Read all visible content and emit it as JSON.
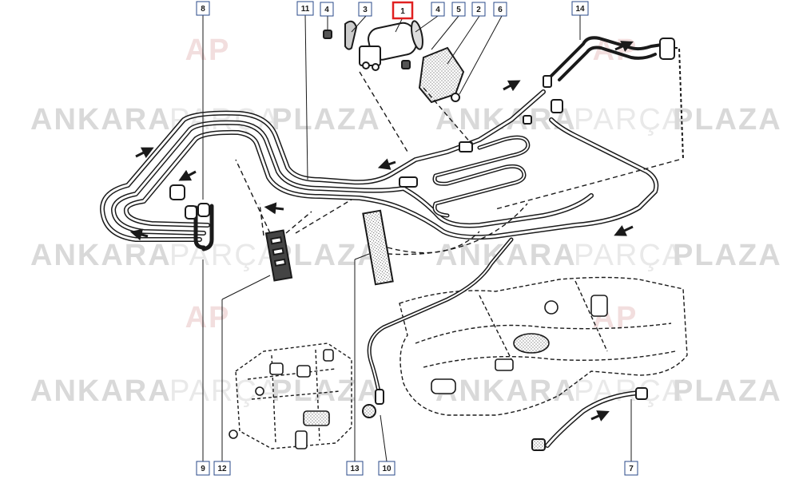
{
  "diagram": {
    "callouts": [
      {
        "id": "c1",
        "label": "1",
        "highlighted": true
      },
      {
        "id": "c2",
        "label": "2",
        "highlighted": false
      },
      {
        "id": "c3",
        "label": "3",
        "highlighted": false
      },
      {
        "id": "c4a",
        "label": "4",
        "highlighted": false
      },
      {
        "id": "c4b",
        "label": "4",
        "highlighted": false
      },
      {
        "id": "c5",
        "label": "5",
        "highlighted": false
      },
      {
        "id": "c6",
        "label": "6",
        "highlighted": false
      },
      {
        "id": "c7",
        "label": "7",
        "highlighted": false
      },
      {
        "id": "c8",
        "label": "8",
        "highlighted": false
      },
      {
        "id": "c9",
        "label": "9",
        "highlighted": false
      },
      {
        "id": "c10",
        "label": "10",
        "highlighted": false
      },
      {
        "id": "c11",
        "label": "11",
        "highlighted": false
      },
      {
        "id": "c12",
        "label": "12",
        "highlighted": false
      },
      {
        "id": "c13",
        "label": "13",
        "highlighted": false
      },
      {
        "id": "c14",
        "label": "14",
        "highlighted": false
      }
    ]
  },
  "watermark": {
    "word1": "ANKARA",
    "word2": "PARÇA",
    "word3": "PLAZA",
    "logo_text": "AP",
    "colors": {
      "dark": "#d9d9d9",
      "light": "#e9e9e9",
      "logo": "#f2dede"
    }
  },
  "colors": {
    "line": "#1a1a1a",
    "callout_border": "#2a4a8a",
    "highlight_border": "#e02020"
  }
}
